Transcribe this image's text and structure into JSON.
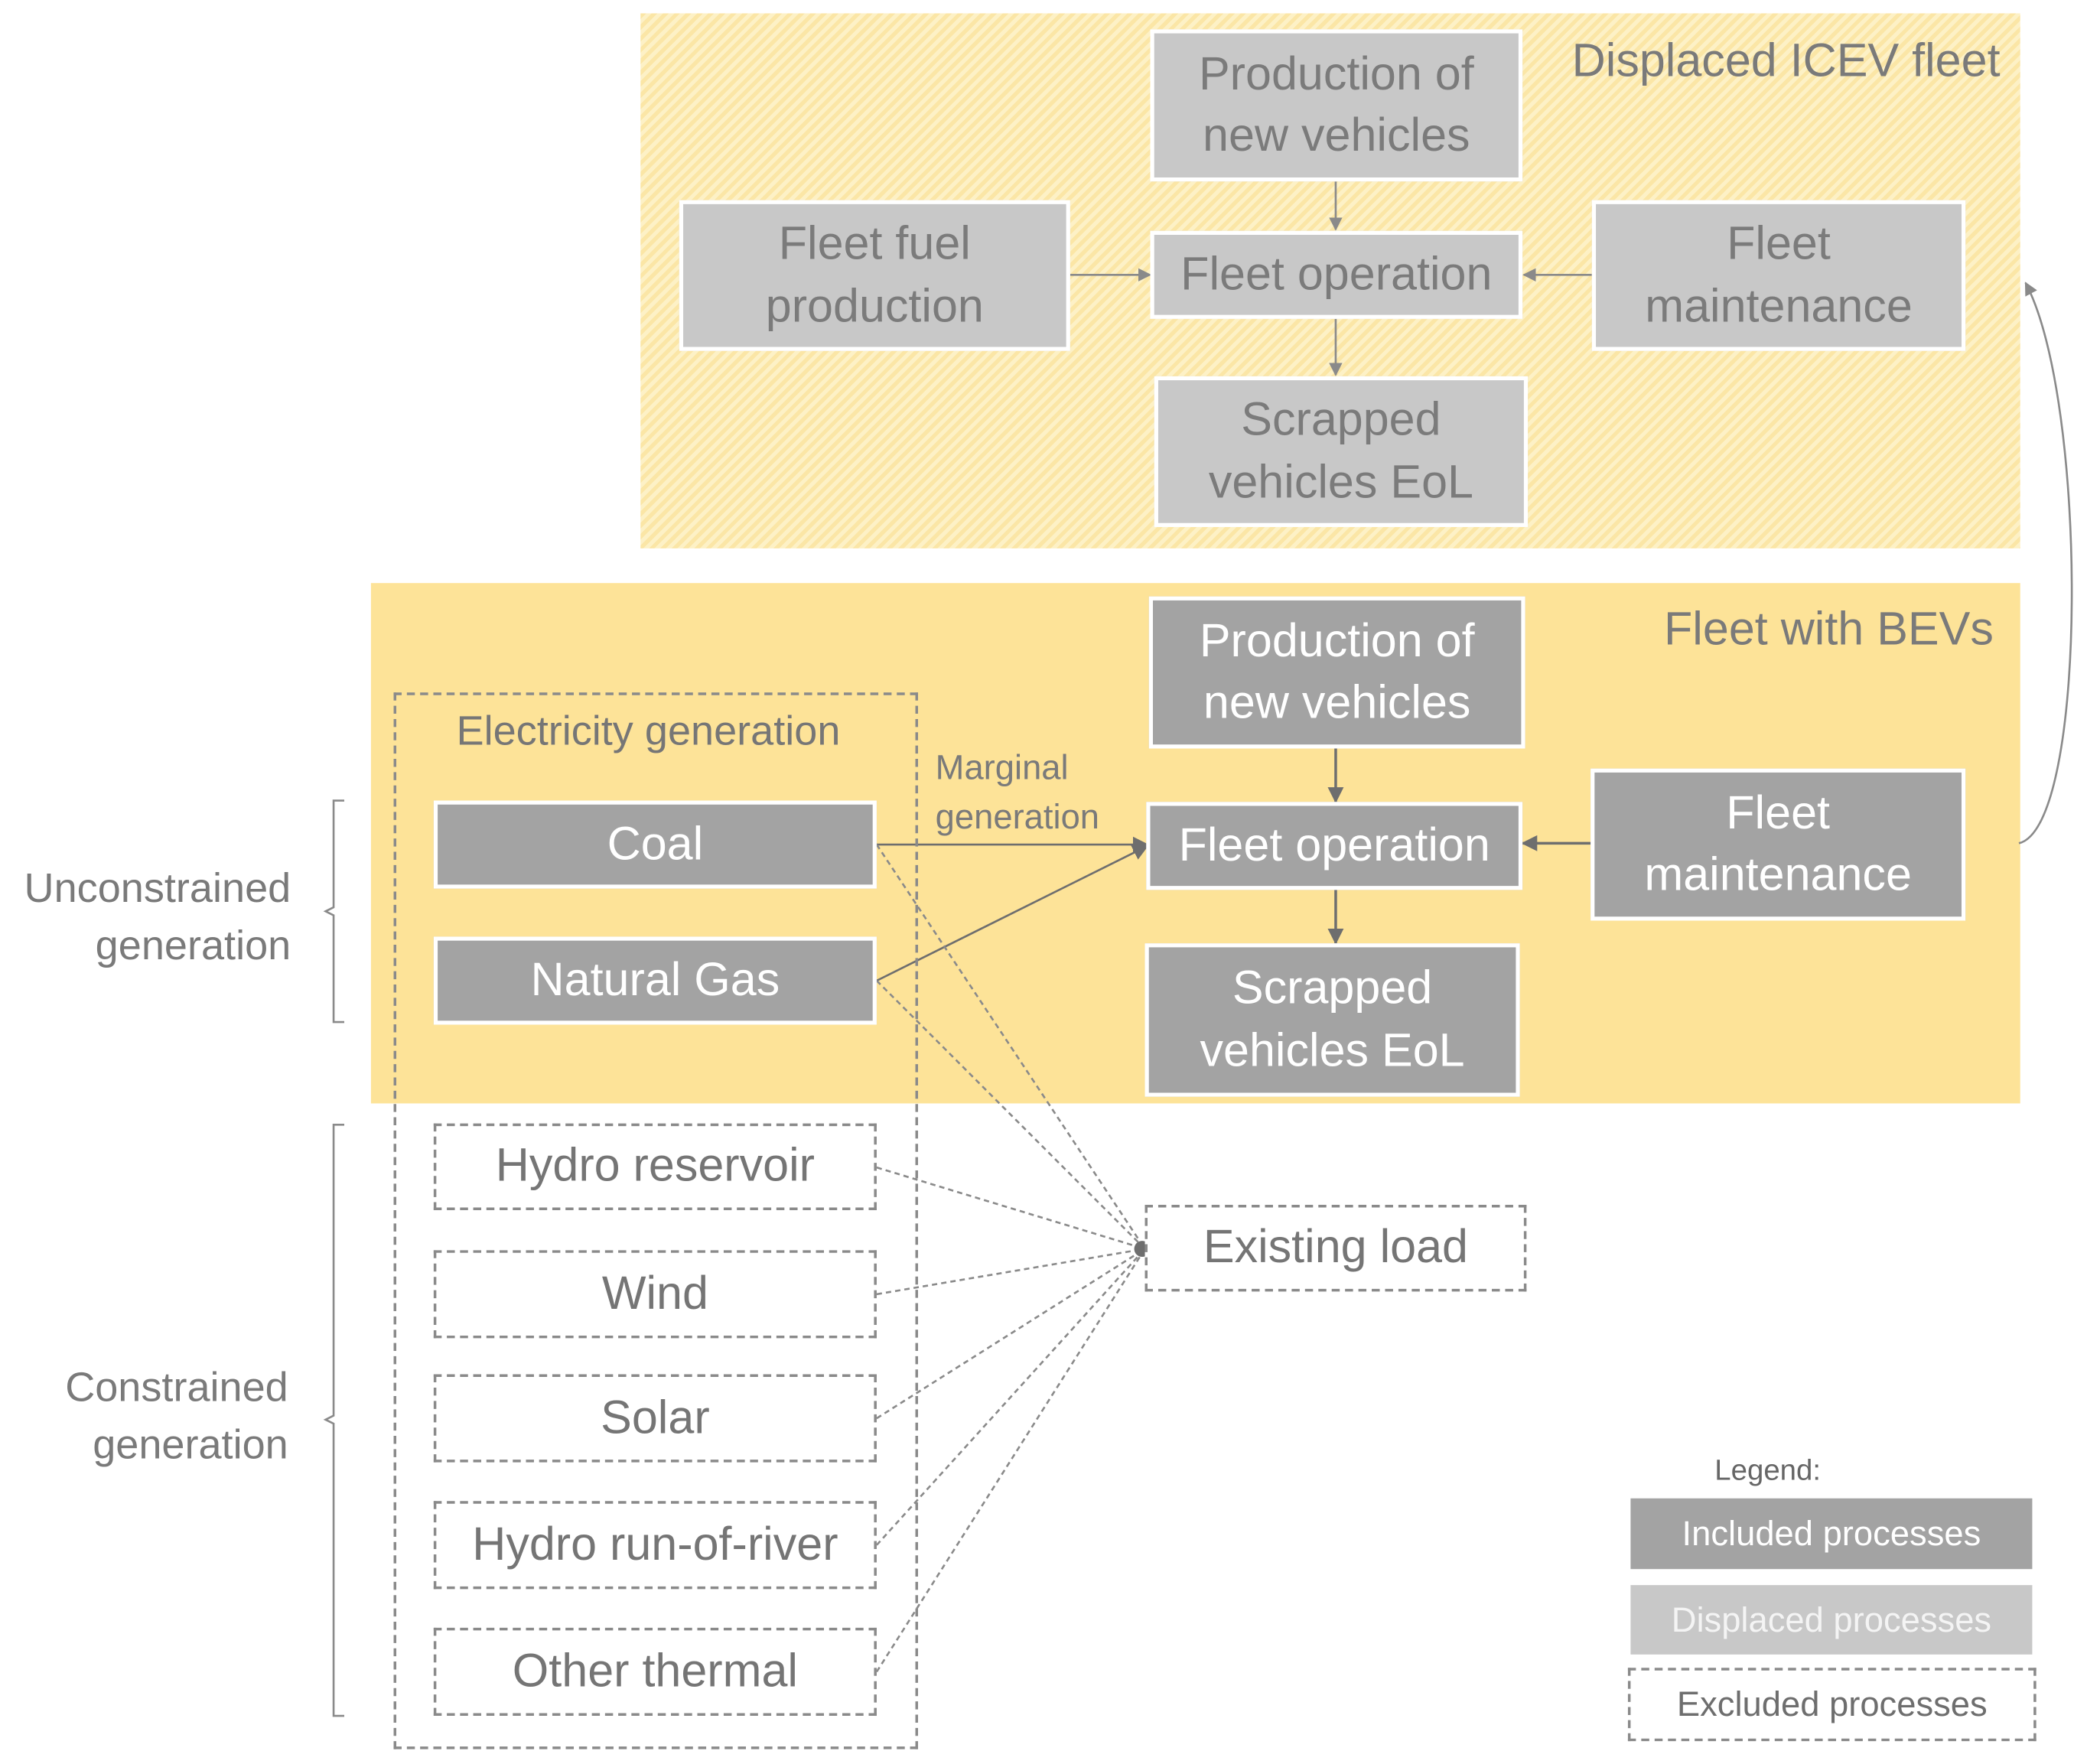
{
  "regions": {
    "displaced_icev": {
      "title": "Displaced ICEV fleet"
    },
    "fleet_bev": {
      "title": "Fleet with BEVs"
    }
  },
  "icev_processes": {
    "production": "Production of\nnew vehicles",
    "fuel": "Fleet fuel\nproduction",
    "operation": "Fleet operation",
    "maintenance": "Fleet\nmaintenance",
    "scrapped": "Scrapped\nvehicles EoL"
  },
  "bev_processes": {
    "production": "Production of\nnew vehicles",
    "operation": "Fleet operation",
    "maintenance": "Fleet\nmaintenance",
    "scrapped": "Scrapped\nvehicles EoL"
  },
  "electricity": {
    "title": "Electricity generation",
    "marginal_label": "Marginal\ngeneration",
    "unconstrained": [
      "Coal",
      "Natural Gas"
    ],
    "constrained": [
      "Hydro reservoir",
      "Wind",
      "Solar",
      "Hydro run-of-river",
      "Other thermal"
    ]
  },
  "existing_load": "Existing load",
  "side_labels": {
    "unconstrained": "Unconstrained\ngeneration",
    "constrained": "Constrained\ngeneration"
  },
  "legend": {
    "title": "Legend:",
    "included": "Included processes",
    "displaced": "Displaced processes",
    "excluded": "Excluded processes"
  },
  "colors": {
    "included": "#a3a3a3",
    "displaced": "#c8c8c8",
    "bev_region": "#fde398",
    "icev_region": "#fbe6a6"
  }
}
